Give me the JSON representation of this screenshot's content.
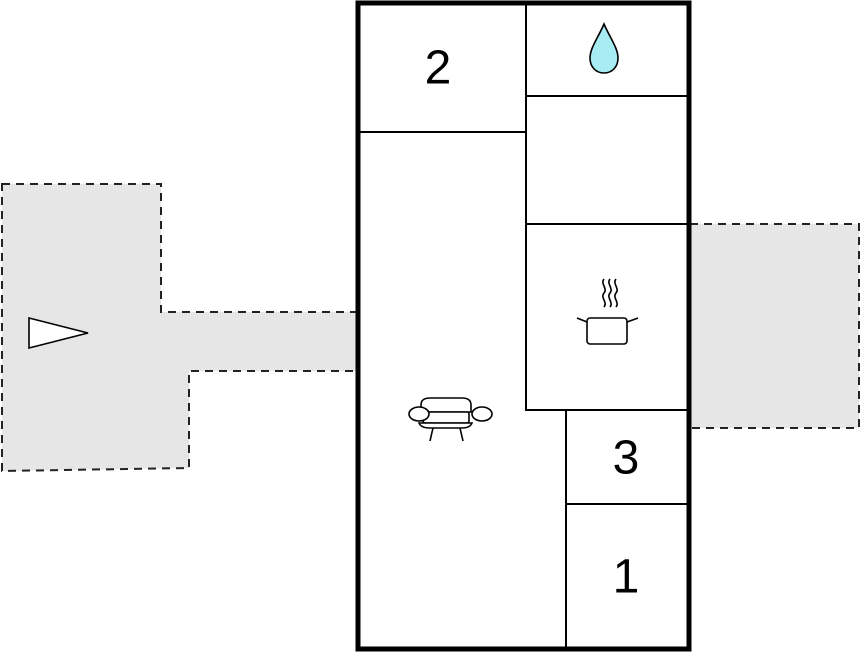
{
  "colors": {
    "background": "#ffffff",
    "wall": "#000000",
    "outdoor_fill": "#e6e6e6",
    "water_fill": "#a6ecf2"
  },
  "rooms": [
    {
      "id": "bedroom-2",
      "label": "2"
    },
    {
      "id": "bedroom-3",
      "label": "3"
    },
    {
      "id": "bedroom-1",
      "label": "1"
    }
  ],
  "icons": {
    "bathroom": "water-drop-icon",
    "kitchen": "cooking-pot-icon",
    "living": "sofa-icon",
    "entrance": "entrance-arrow-icon"
  }
}
